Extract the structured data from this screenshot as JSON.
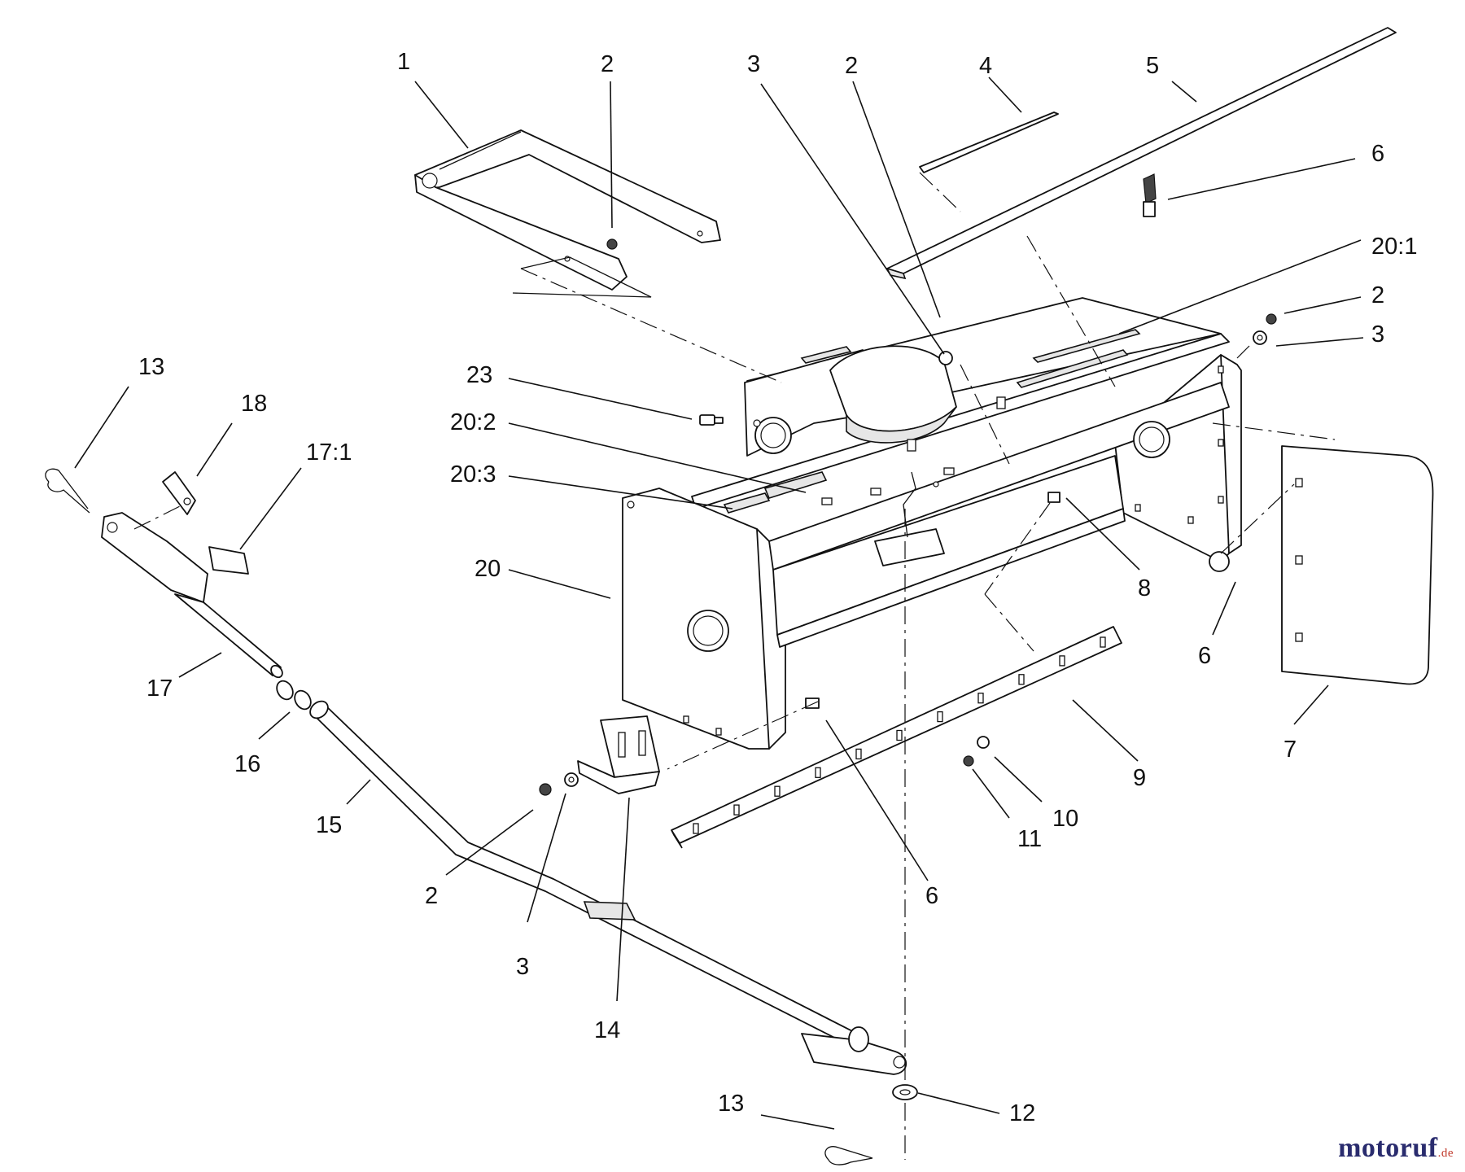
{
  "callouts": [
    {
      "id": "c1",
      "text": "1"
    },
    {
      "id": "c2a",
      "text": "2"
    },
    {
      "id": "c3a",
      "text": "3"
    },
    {
      "id": "c2b",
      "text": "2"
    },
    {
      "id": "c4",
      "text": "4"
    },
    {
      "id": "c5",
      "text": "5"
    },
    {
      "id": "c6a",
      "text": "6"
    },
    {
      "id": "c20_1",
      "text": "20:1"
    },
    {
      "id": "c2c",
      "text": "2"
    },
    {
      "id": "c3b",
      "text": "3"
    },
    {
      "id": "c13a",
      "text": "13"
    },
    {
      "id": "c18",
      "text": "18"
    },
    {
      "id": "c17_1",
      "text": "17:1"
    },
    {
      "id": "c23",
      "text": "23"
    },
    {
      "id": "c20_2",
      "text": "20:2"
    },
    {
      "id": "c20_3",
      "text": "20:3"
    },
    {
      "id": "c20",
      "text": "20"
    },
    {
      "id": "c8",
      "text": "8"
    },
    {
      "id": "c6b",
      "text": "6"
    },
    {
      "id": "c17",
      "text": "17"
    },
    {
      "id": "c16",
      "text": "16"
    },
    {
      "id": "c15",
      "text": "15"
    },
    {
      "id": "c7",
      "text": "7"
    },
    {
      "id": "c9",
      "text": "9"
    },
    {
      "id": "c10",
      "text": "10"
    },
    {
      "id": "c11",
      "text": "11"
    },
    {
      "id": "c6c",
      "text": "6"
    },
    {
      "id": "c2d",
      "text": "2"
    },
    {
      "id": "c3c",
      "text": "3"
    },
    {
      "id": "c14",
      "text": "14"
    },
    {
      "id": "c13b",
      "text": "13"
    },
    {
      "id": "c12",
      "text": "12"
    }
  ],
  "watermark": {
    "brand": "motoruf",
    "tld": ".de"
  }
}
